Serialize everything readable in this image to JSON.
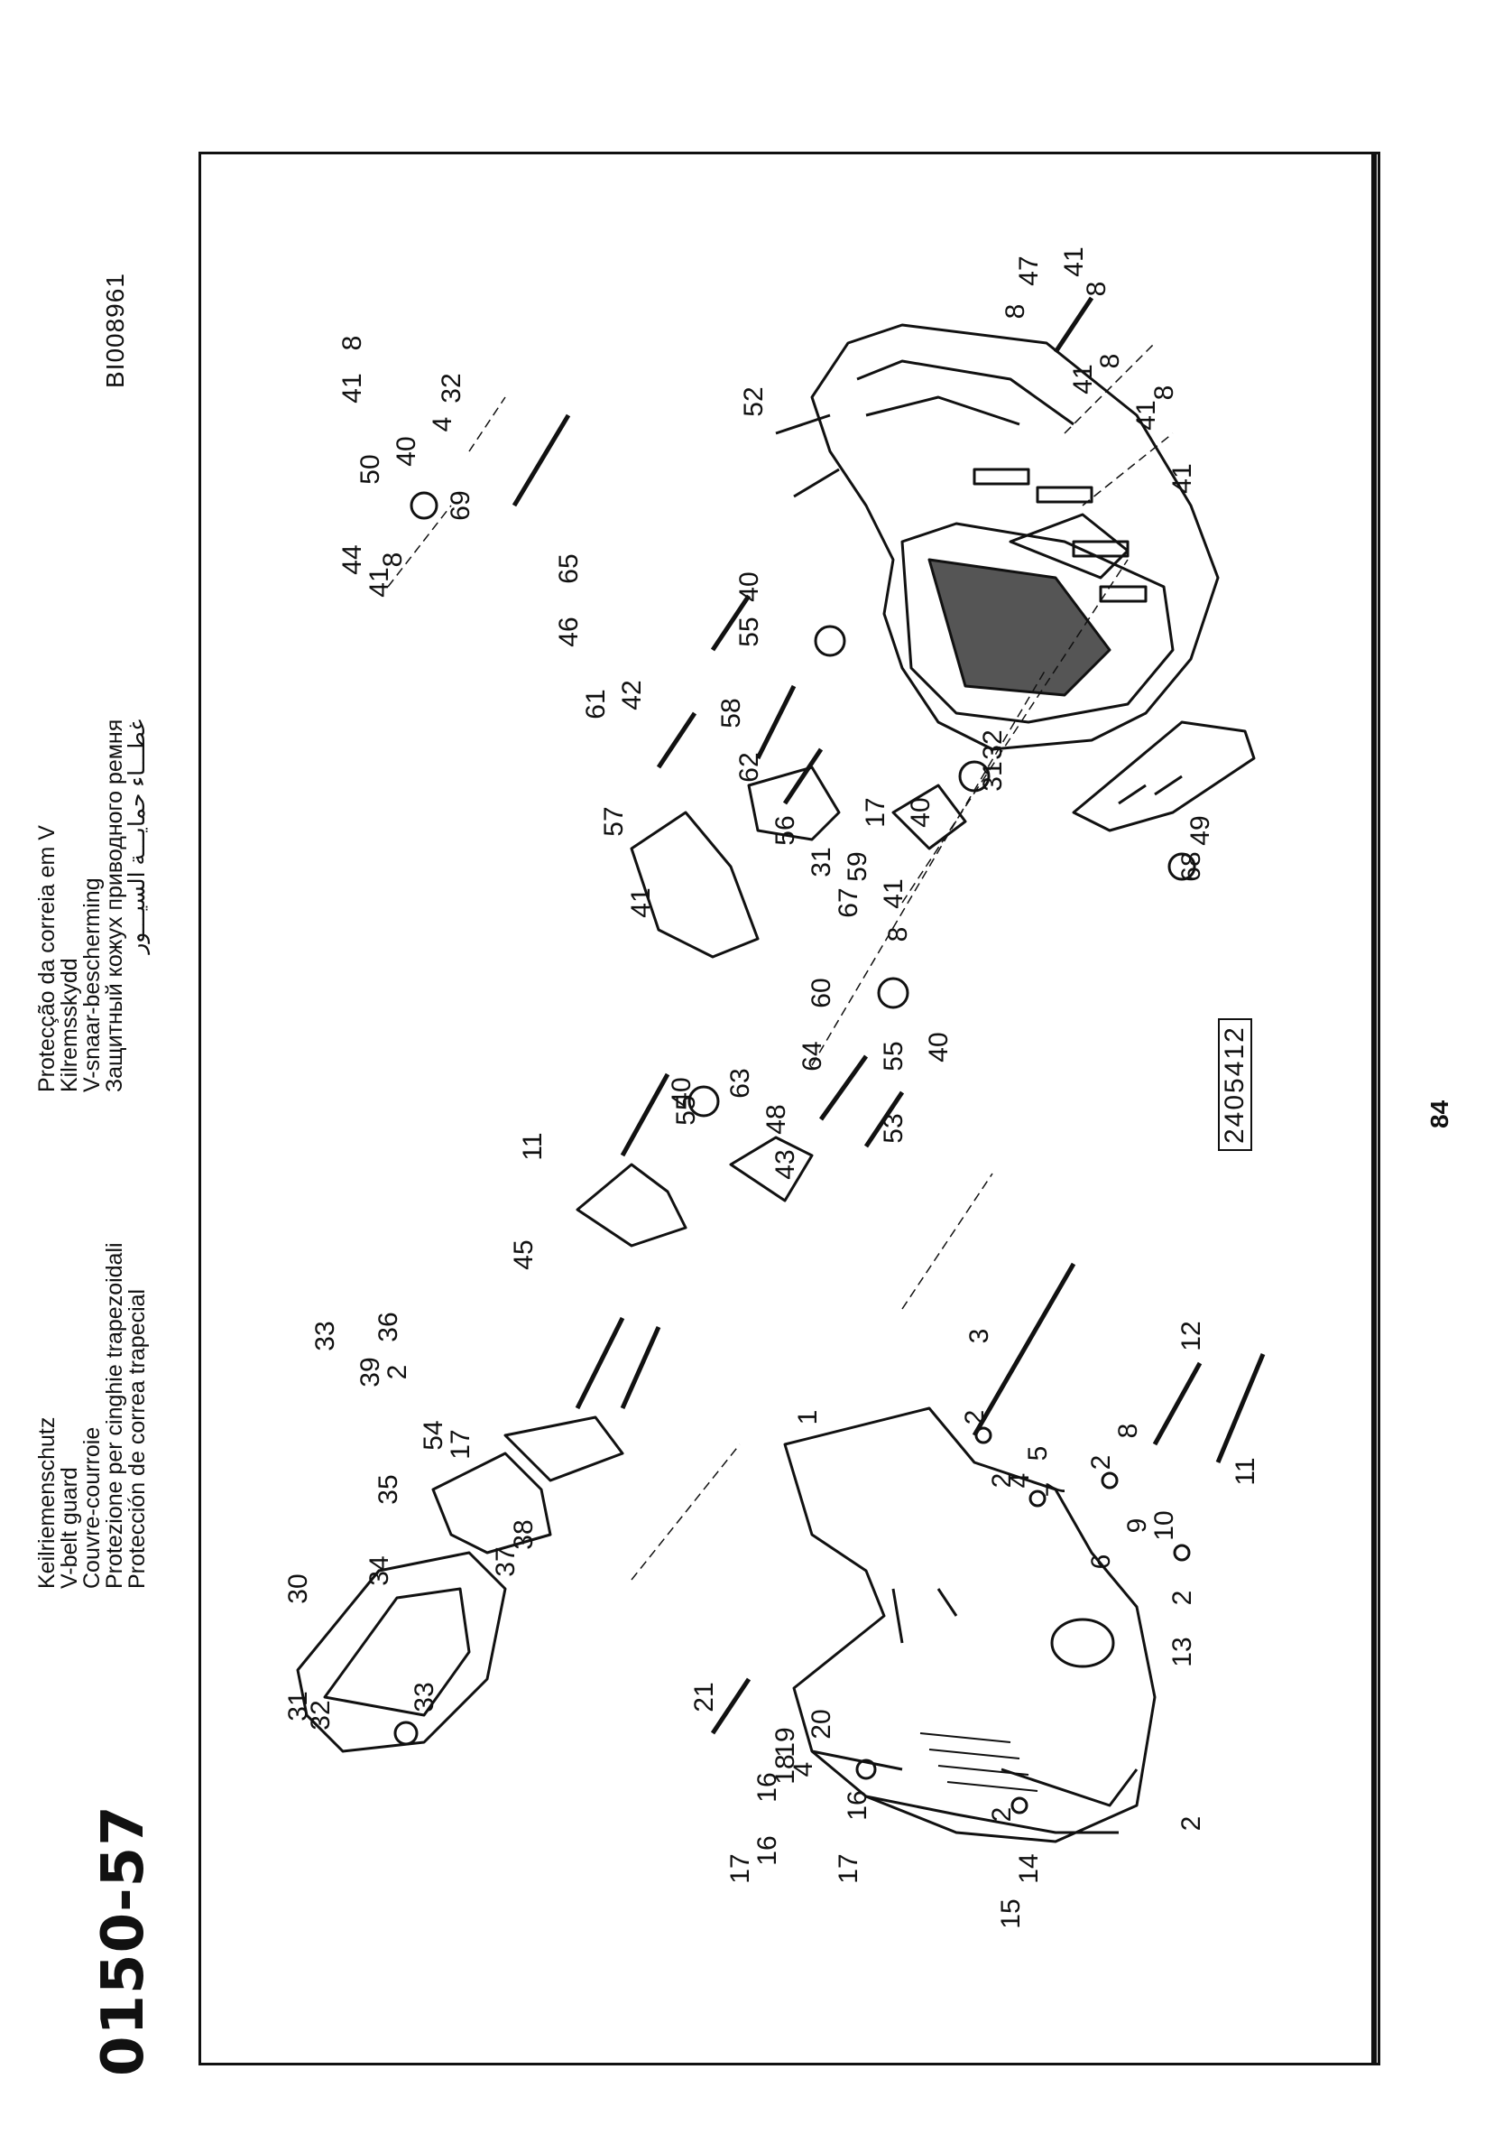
{
  "page": {
    "code": "0150-57",
    "titles": [
      "Keilriemenschutz",
      "V-belt guard",
      "Couvre-courroie",
      "Protezione per cinghie trapezoidali",
      "Protección de correa trapecial",
      "Protecção da correia em V",
      "Kilremsskydd",
      "V-snaar-bescherming",
      "Защитный кожух приводного ремня",
      "غطـــاء حمايـــة السيـــور"
    ],
    "drawing_ref": "BI008961",
    "page_number": "84",
    "part_number": "2405412"
  },
  "callouts": [
    "1",
    "2",
    "2",
    "2",
    "2",
    "2",
    "2",
    "3",
    "4",
    "4",
    "5",
    "6",
    "7",
    "8",
    "9",
    "10",
    "11",
    "12",
    "13",
    "14",
    "15",
    "16",
    "16",
    "16",
    "17",
    "17",
    "18",
    "19",
    "20",
    "21",
    "30",
    "31",
    "32",
    "33",
    "33",
    "34",
    "35",
    "36",
    "37",
    "38",
    "39",
    "17",
    "54",
    "2",
    "45",
    "11",
    "55",
    "40",
    "48",
    "63",
    "43",
    "53",
    "64",
    "55",
    "40",
    "60",
    "8",
    "41",
    "67",
    "31",
    "59",
    "57",
    "41",
    "42",
    "58",
    "61",
    "46",
    "65",
    "55",
    "40",
    "62",
    "56",
    "17",
    "40",
    "31",
    "32",
    "49",
    "68",
    "52",
    "44",
    "8",
    "41",
    "50",
    "40",
    "41",
    "8",
    "4",
    "32",
    "69",
    "47",
    "8",
    "41",
    "8",
    "41",
    "8",
    "41",
    "8",
    "41"
  ]
}
